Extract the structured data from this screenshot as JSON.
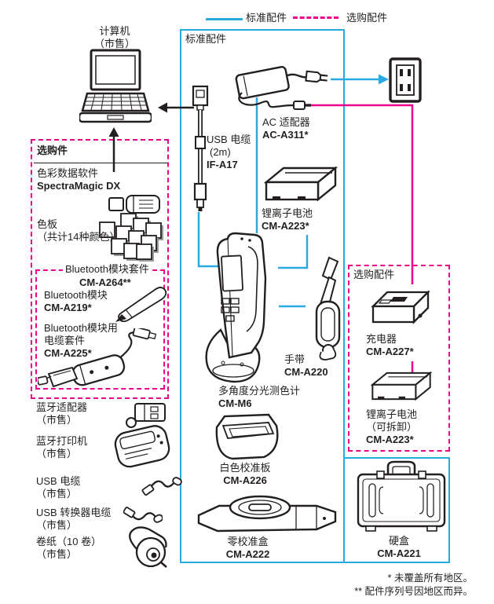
{
  "colors": {
    "standard_accent": "#29abe2",
    "optional_accent": "#ec008c",
    "ink": "#231f20"
  },
  "legend": {
    "standard_label": "标准配件",
    "optional_label": "选购配件"
  },
  "computer": {
    "name": "计算机",
    "note": "（市售）"
  },
  "standard_box": {
    "title": "标准配件",
    "usb_cable": {
      "name": "USB 电缆",
      "spec": "(2m)",
      "model": "IF-A17"
    },
    "ac_adapter": {
      "name": "AC 适配器",
      "model": "AC-A311*"
    },
    "battery": {
      "name": "锂离子电池",
      "model": "CM-A223*"
    },
    "instrument": {
      "name": "多角度分光测色计",
      "model": "CM-M6"
    },
    "hand_strap": {
      "name": "手带",
      "model": "CM-A220"
    },
    "white_cal_plate": {
      "name": "白色校准板",
      "model": "CM-A226"
    },
    "zero_cal_box": {
      "name": "零校准盒",
      "model": "CM-A222"
    },
    "hard_case": {
      "name": "硬盒",
      "model": "CM-A221"
    }
  },
  "optional_left_box": {
    "title": "选购件",
    "software": {
      "name": "色彩数据软件",
      "model": "SpectraMagic DX"
    },
    "color_plates": {
      "name": "色板",
      "note": "（共计14种颜色）"
    },
    "bluetooth_kit": {
      "name": "Bluetooth模块套件",
      "model": "CM-A264**"
    },
    "bluetooth_module": {
      "name": "Bluetooth模块",
      "model": "CM-A219*"
    },
    "bluetooth_cable_set": {
      "name": "Bluetooth模块用",
      "name2": "电缆套件",
      "model": "CM-A225*"
    }
  },
  "commercial_items": [
    {
      "name": "蓝牙适配器",
      "note": "（市售）"
    },
    {
      "name": "蓝牙打印机",
      "note": "（市售）"
    },
    {
      "name": "USB 电缆",
      "note": "（市售）"
    },
    {
      "name": "USB 转换器电缆",
      "note": "（市售）"
    },
    {
      "name": "卷纸（10 卷）",
      "note": "（市售）"
    }
  ],
  "optional_right_box": {
    "title": "选购配件",
    "charger": {
      "name": "充电器",
      "model": "CM-A227*"
    },
    "battery": {
      "name": "锂离子电池",
      "note": "（可拆卸）",
      "model": "CM-A223*"
    }
  },
  "footnotes": {
    "line1": "* 未覆盖所有地区。",
    "line2": "** 配件序列号因地区而异。"
  },
  "icons": {
    "laptop-icon": "computer (commercial)",
    "usb-cable-icon": "USB cable IF-A17",
    "ac-adapter-icon": "AC adapter AC-A311",
    "outlet-icon": "wall power outlet",
    "battery-icon": "lithium-ion battery CM-A223",
    "instrument-icon": "multi-angle spectrophotometer CM-M6",
    "strap-icon": "hand strap CM-A220",
    "white-plate-icon": "white calibration plate CM-A226",
    "zero-box-icon": "zero calibration box CM-A222",
    "hard-case-icon": "hard case CM-A221",
    "software-dongle-icon": "SpectraMagic DX USB dongle",
    "color-plates-icon": "color plates (14 colors)",
    "bt-module-icon": "Bluetooth module CM-A219",
    "bt-cable-kit-icon": "Bluetooth module cable set CM-A225",
    "bt-adapter-icon": "Bluetooth adapter (commercial)",
    "bt-printer-icon": "Bluetooth printer (commercial)",
    "usb-cable-small-icon": "USB cable (commercial)",
    "usb-converter-cable-icon": "USB converter cable (commercial)",
    "paper-roll-icon": "roll paper (10 rolls)",
    "charger-icon": "battery charger CM-A227"
  }
}
